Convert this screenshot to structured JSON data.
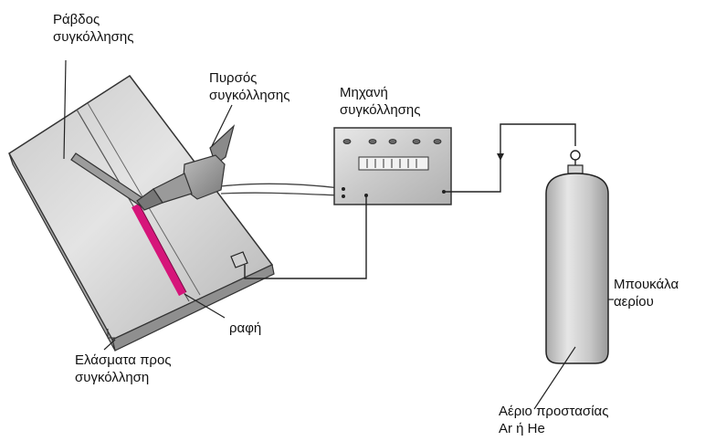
{
  "labels": {
    "filler_rod": [
      "Ράβδος",
      "συγκόλλησης"
    ],
    "torch": [
      "Πυρσός",
      "συγκόλλησης"
    ],
    "machine": [
      "Μηχανή",
      "συγκόλλησης"
    ],
    "seam": "ραφή",
    "plates": [
      "Ελάσματα προς",
      "συγκόλληση"
    ],
    "cylinder": [
      "Μπουκάλα",
      "αερίου"
    ],
    "shielding_gas": [
      "Αέριο προστασίας",
      "Ar ή He"
    ]
  },
  "colors": {
    "seam": "#d6157a",
    "outline": "#222222",
    "metal_light": "#e2e2e2",
    "metal_dark": "#9a9a9a"
  }
}
